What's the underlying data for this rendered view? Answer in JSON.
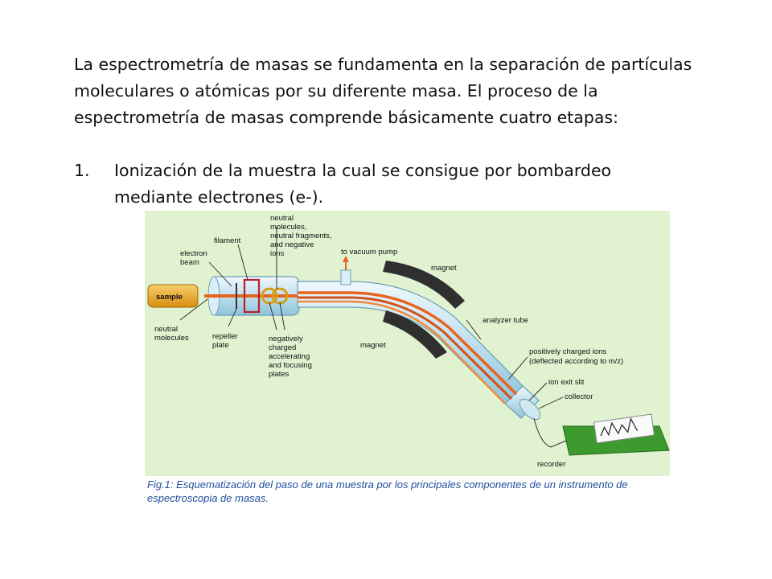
{
  "intro": "La espectrometría de masas se fundamenta en la separación de partículas moleculares o atómicas por su diferente masa. El proceso de la espectrometría de masas comprende básicamente cuatro etapas:",
  "steps": [
    {
      "number": "1.",
      "text": "Ionización de la muestra la cual se consigue por bombardeo mediante electrones (e-)."
    }
  ],
  "figure": {
    "labels": {
      "sample": "sample",
      "filament": "filament",
      "electron_beam_1": "electron",
      "electron_beam_2": "beam",
      "neutral_out_1": "neutral",
      "neutral_out_2": "molecules,",
      "neutral_out_3": "neutral fragments,",
      "neutral_out_4": "and negative",
      "neutral_out_5": "ions",
      "vacuum": "to vacuum pump",
      "magnet_top": "magnet",
      "magnet_bottom": "magnet",
      "analyzer": "analyzer tube",
      "neutral_in_1": "neutral",
      "neutral_in_2": "molecules",
      "repeller_1": "repeller",
      "repeller_2": "plate",
      "plates_1": "negatively",
      "plates_2": "charged",
      "plates_3": "accelerating",
      "plates_4": "and focusing",
      "plates_5": "plates",
      "pos_ions_1": "positively charged ions",
      "pos_ions_2": "(deflected according to m/z)",
      "exit_slit": "ion exit slit",
      "collector": "collector",
      "recorder": "recorder"
    },
    "colors": {
      "background": "#e0f2d0",
      "beam": "#e8641e",
      "tube": "#c8e6f0",
      "sample": "#e8a523",
      "recorder": "#3d9a2f"
    }
  },
  "caption": "Fig.1: Esquematización del paso de una muestra por los principales componentes de un instrumento de espectroscopia de masas."
}
